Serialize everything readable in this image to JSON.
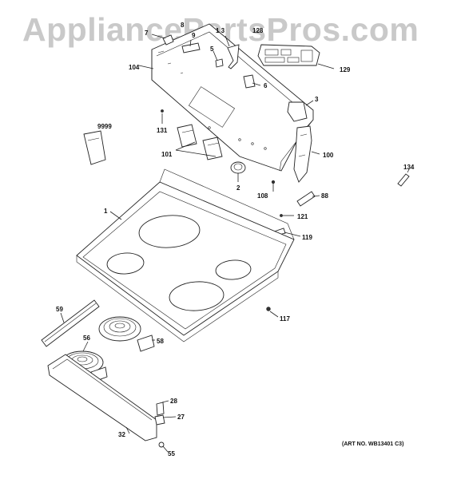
{
  "watermark": "AppliancePartsPros.com",
  "art_number": "(ART NO. WB13401 C3)",
  "callouts": {
    "c7": "7",
    "c8": "8",
    "c9": "9",
    "c13": "1 3",
    "c5": "5",
    "c128": "128",
    "c104": "104",
    "c6": "6",
    "c129": "129",
    "c3": "3",
    "c9999": "9999",
    "c131": "131",
    "c101": "101",
    "c2": "2",
    "c100": "100",
    "c134": "134",
    "c108": "108",
    "c88": "88",
    "c1": "1",
    "c121": "121",
    "c119": "119",
    "c59": "59",
    "c117": "117",
    "c58": "58",
    "c56": "56",
    "c28": "28",
    "c27": "27",
    "c32": "32",
    "c55": "55"
  }
}
